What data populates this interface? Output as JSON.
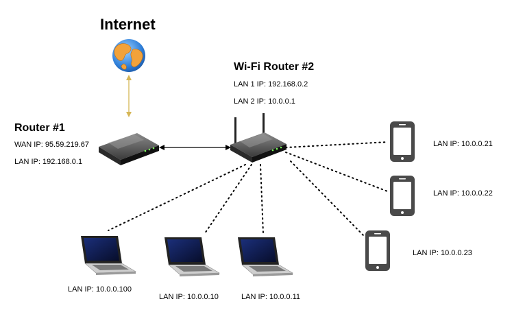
{
  "internet": {
    "label": "Internet"
  },
  "router1": {
    "title": "Router #1",
    "wan_ip": "WAN IP: 95.59.219.67",
    "lan_ip": "LAN IP: 192.168.0.1"
  },
  "router2": {
    "title": "Wi-Fi Router #2",
    "lan1_ip": "LAN 1 IP: 192.168.0.2",
    "lan2_ip": "LAN 2 IP: 10.0.0.1"
  },
  "phones": [
    {
      "lan_ip": "LAN IP: 10.0.0.21"
    },
    {
      "lan_ip": "LAN IP: 10.0.0.22"
    },
    {
      "lan_ip": "LAN IP: 10.0.0.23"
    }
  ],
  "laptops": [
    {
      "lan_ip": "LAN IP: 10.0.0.100"
    },
    {
      "lan_ip": "LAN IP: 10.0.0.10"
    },
    {
      "lan_ip": "LAN IP: 10.0.0.11"
    }
  ],
  "colors": {
    "internet_link": "#d6b656",
    "wired_link": "#000000",
    "wifi_link": "#000000",
    "device": "#4a4a4a"
  }
}
